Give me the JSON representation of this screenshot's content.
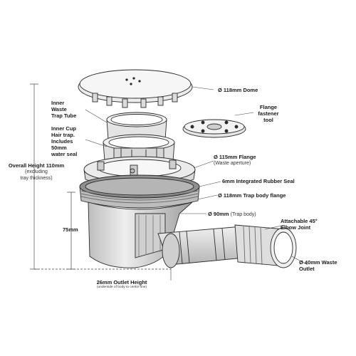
{
  "labels": {
    "dome": "Ø 118mm Dome",
    "flange_tool_1": "Flange",
    "flange_tool_2": "fastener",
    "flange_tool_3": "tool",
    "inner_tube_1": "Inner",
    "inner_tube_2": "Waste",
    "inner_tube_3": "Trap Tube",
    "inner_cup_1": "Inner Cup",
    "inner_cup_2": "Hair trap.",
    "inner_cup_3": "Includes",
    "inner_cup_4": "50mm",
    "inner_cup_5": "water seal",
    "flange_115_1": "Ø 115mm Flange",
    "flange_115_2": "(Waste aperture)",
    "rubber_seal": "6mm Integrated Rubber Seal",
    "trap_body_flange": "Ø 118mm Trap body flange",
    "trap_body_main": "Ø 90mm",
    "trap_body_note": "(Trap body)",
    "overall_1": "Overall Height 110mm",
    "overall_2": "(excluding",
    "overall_3": "tray thickness)",
    "dim_75": "75mm",
    "elbow_1": "Attachable 45°",
    "elbow_2": "Elbow Joint",
    "waste_outlet_1": "Ø 40mm Waste",
    "waste_outlet_2": "Outlet",
    "outlet_height_1": "26mm Outlet Height",
    "outlet_height_2": "(underside of body to centre line)"
  },
  "colors": {
    "line": "#2b2b2b",
    "part_light": "#e9e9e9",
    "part_mid": "#cfcfcf",
    "part_dark": "#9a9a9a",
    "thread": "#7a7a7a"
  }
}
